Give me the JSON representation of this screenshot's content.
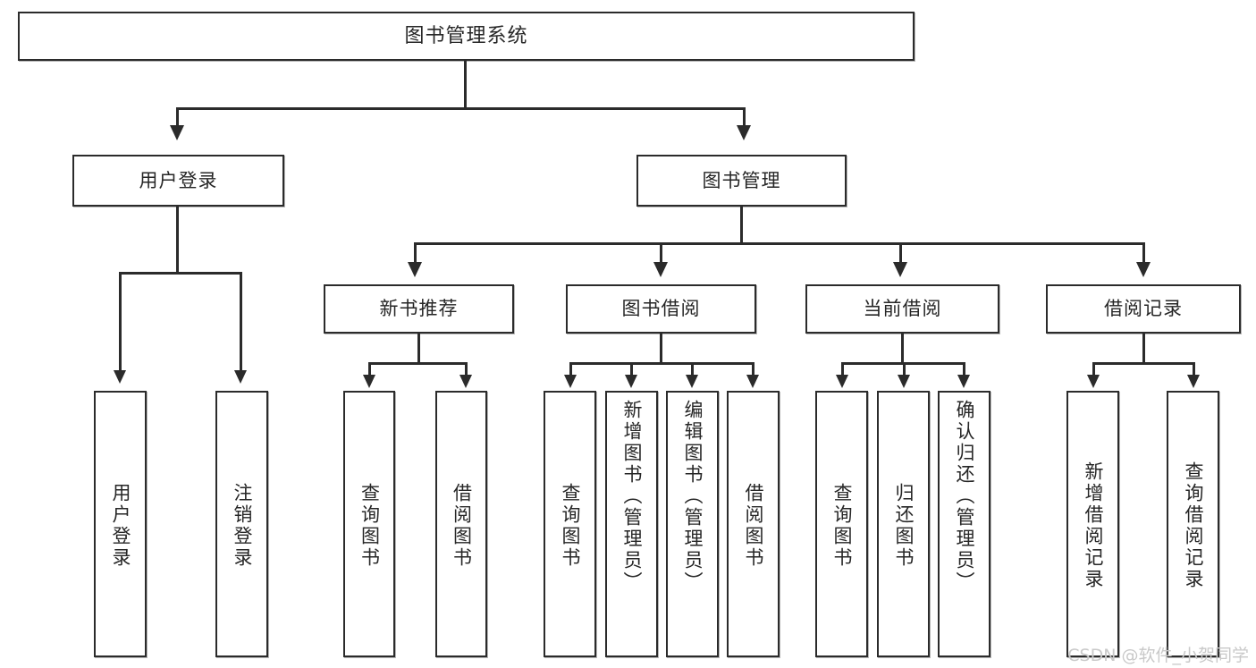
{
  "diagram": {
    "title": "图书管理系统",
    "watermark": "CSDN @软件_小贺同学",
    "colors": {
      "stroke": "#2b2b2b",
      "fill": "#ffffff",
      "text": "#262626",
      "shadow": "#b8b8b8",
      "watermark": "#c9c9c9"
    },
    "root": {
      "label": "图书管理系统"
    },
    "level1": [
      {
        "label": "用户登录"
      },
      {
        "label": "图书管理"
      }
    ],
    "level2": [
      {
        "label": "新书推荐"
      },
      {
        "label": "图书借阅"
      },
      {
        "label": "当前借阅"
      },
      {
        "label": "借阅记录"
      }
    ],
    "leaves": {
      "user_login": [
        {
          "label": "用户登录"
        },
        {
          "label": "注销登录"
        }
      ],
      "new_book_recommend": [
        {
          "label": "查询图书"
        },
        {
          "label": "借阅图书"
        }
      ],
      "book_borrow": [
        {
          "label": "查询图书"
        },
        {
          "label": "新增图书（管理员）"
        },
        {
          "label": "编辑图书（管理员）"
        },
        {
          "label": "借阅图书"
        }
      ],
      "current_borrow": [
        {
          "label": "查询图书"
        },
        {
          "label": "归还图书"
        },
        {
          "label": "确认归还（管理员）"
        }
      ],
      "borrow_record": [
        {
          "label": "新增借阅记录"
        },
        {
          "label": "查询借阅记录"
        }
      ]
    }
  }
}
